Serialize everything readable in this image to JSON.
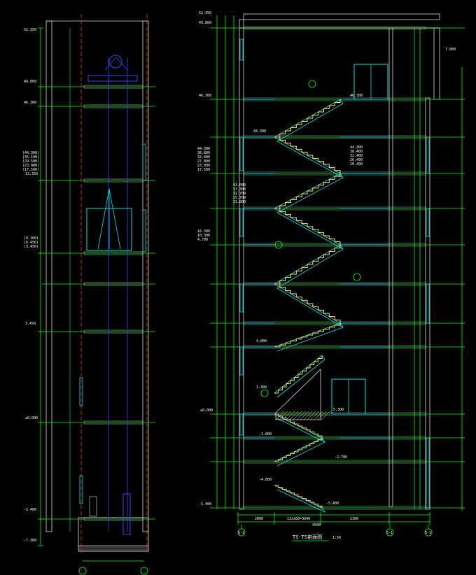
{
  "drawing": {
    "title": "TS-TS剖面图",
    "scale": "1:50",
    "colors": {
      "background": "#000000",
      "dimension": "#00ff00",
      "wall": "#dddddd",
      "stair": "#00e5e5",
      "tread": "#ffe36b",
      "elevator_line": "#2a4bff",
      "axis_red": "#ff2a2a",
      "annotation": "#ffffff"
    },
    "grid_axes": [
      "S-1",
      "S-1",
      "S-1"
    ],
    "left_section": {
      "levels": [
        "52.350",
        "49.800",
        "46.300",
        "3.450",
        "±0.000",
        "-5.400",
        "-7.300"
      ],
      "left_stack": [
        "(44.300)",
        "(35.100)",
        "(29.500)",
        "(23.000)",
        "(17.500)",
        "13.350"
      ],
      "lower_stack": [
        "(9.100)",
        "(6.450)",
        "(3.450)"
      ]
    },
    "right_section": {
      "levels": [
        "52.350",
        "49.800",
        "46.300",
        "±0.000",
        "-5.400"
      ],
      "top_right": "7.800",
      "left_stack_a": [
        "44.300",
        "38.800",
        "32.800",
        "27.800",
        "23.000",
        "17.500"
      ],
      "left_stack_b": [
        "43.000",
        "37.300",
        "32.700",
        "25.700",
        "21.800"
      ],
      "left_stack_c": [
        "16.300",
        "10.300",
        "4.700"
      ],
      "right_stack": [
        "44.300",
        "38.400",
        "32.400",
        "26.400",
        "20.400"
      ],
      "landings": [
        "46.300",
        "44.300",
        "4.000",
        "1.300",
        "5.300",
        "-1.800",
        "-2.700",
        "-4.800",
        "-5.400"
      ],
      "bottom_dims": [
        "2800",
        "13x280=3640",
        "4500",
        "2300"
      ]
    }
  }
}
